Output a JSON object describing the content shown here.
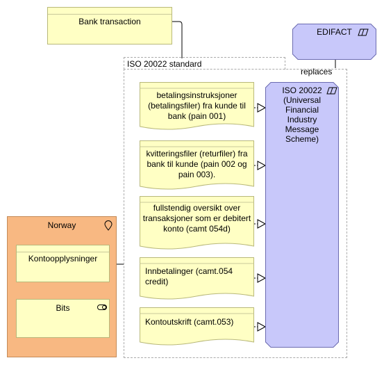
{
  "diagram": {
    "bank_transaction": "Bank transaction",
    "edifact": "EDIFACT",
    "iso_group": "ISO 20022 standard",
    "replaces": "replaces",
    "iso_scheme": "ISO 20022\n(Universal\nFinancial\nIndustry\nMessage\nScheme)",
    "norway": "Norway",
    "kontoopplysninger": "Kontoopplysninger",
    "bits": "Bits",
    "messages": [
      "betalingsinstruksjoner (betalingsfiler) fra kunde til bank (pain 001)",
      "kvitteringsfiler (returfiler) fra bank til kunde (pain 002 og pain 003).",
      "fullstendig oversikt over transaksjoner som er debitert konto (camt 054d)",
      "Innbetalinger (camt.054 credit)",
      "Kontoutskrift (camt.053)"
    ]
  },
  "colors": {
    "business_object": "#ffffc4",
    "application": "#c8c8fa",
    "location": "#f8b882"
  },
  "icons": {
    "edifact": "interface-parallelogram-icon",
    "iso": "interface-parallelogram-icon",
    "norway": "location-pin-icon",
    "bits": "component-toggle-icon"
  }
}
